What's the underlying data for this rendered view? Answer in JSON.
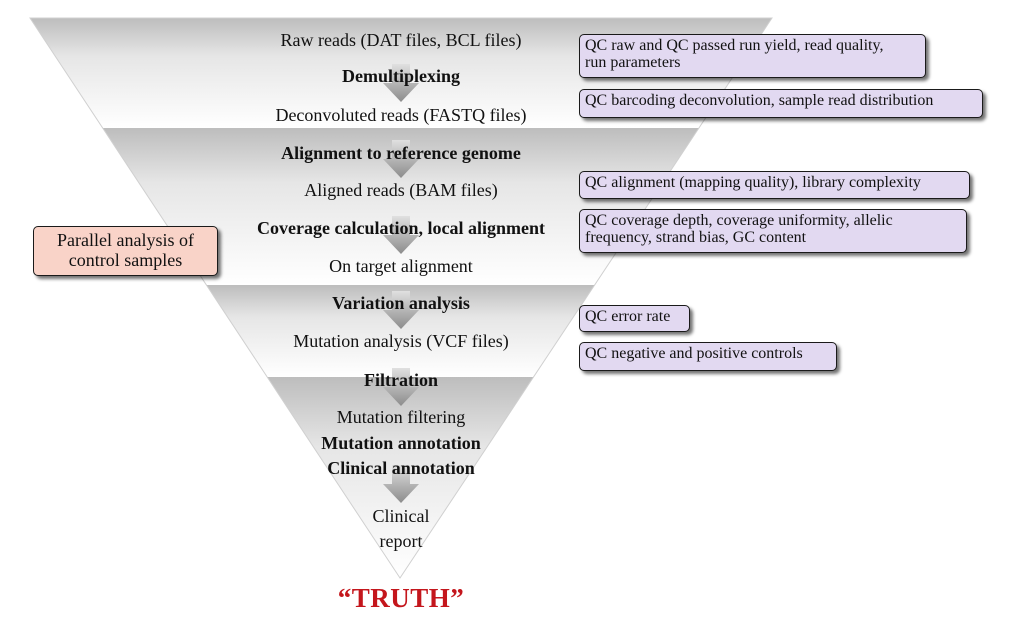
{
  "funnel": {
    "steps": [
      {
        "text": "Raw reads (DAT files, BCL files)",
        "bold": false
      },
      {
        "text": "Demultiplexing",
        "bold": true
      },
      {
        "text": "Deconvoluted reads (FASTQ files)",
        "bold": false
      },
      {
        "text": "Alignment to reference genome",
        "bold": true
      },
      {
        "text": "Aligned reads (BAM files)",
        "bold": false
      },
      {
        "text": "Coverage calculation, local alignment",
        "bold": true
      },
      {
        "text": "On target alignment",
        "bold": false
      },
      {
        "text": "Variation analysis",
        "bold": true
      },
      {
        "text": "Mutation analysis (VCF files)",
        "bold": false
      },
      {
        "text": "Filtration",
        "bold": true
      },
      {
        "text": "Mutation filtering",
        "bold": false
      },
      {
        "text": "Mutation annotation",
        "bold": true
      },
      {
        "text": "Clinical annotation",
        "bold": true
      },
      {
        "text": "Clinical",
        "bold": false
      },
      {
        "text": "report",
        "bold": false
      }
    ],
    "truth": "“TRUTH”"
  },
  "qc_boxes": [
    {
      "line1": "QC raw and QC passed run yield, read quality,",
      "line2": "run parameters"
    },
    {
      "line1": "QC barcoding deconvolution, sample read distribution",
      "line2": ""
    },
    {
      "line1": "QC alignment (mapping quality), library complexity",
      "line2": ""
    },
    {
      "line1": "QC coverage depth, coverage uniformity, allelic",
      "line2": "frequency, strand bias, GC content"
    },
    {
      "line1": "QC error rate",
      "line2": ""
    },
    {
      "line1": "QC negative and positive controls",
      "line2": ""
    }
  ],
  "control_box": {
    "line1": "Parallel analysis of",
    "line2": "control samples"
  },
  "colors": {
    "qc_fill": "#e2d9f1",
    "control_fill": "#f9d3c8",
    "truth": "#c4161c",
    "funnel_gray": "#bdbdbd",
    "arrow_gray": "#9a9a9a"
  }
}
